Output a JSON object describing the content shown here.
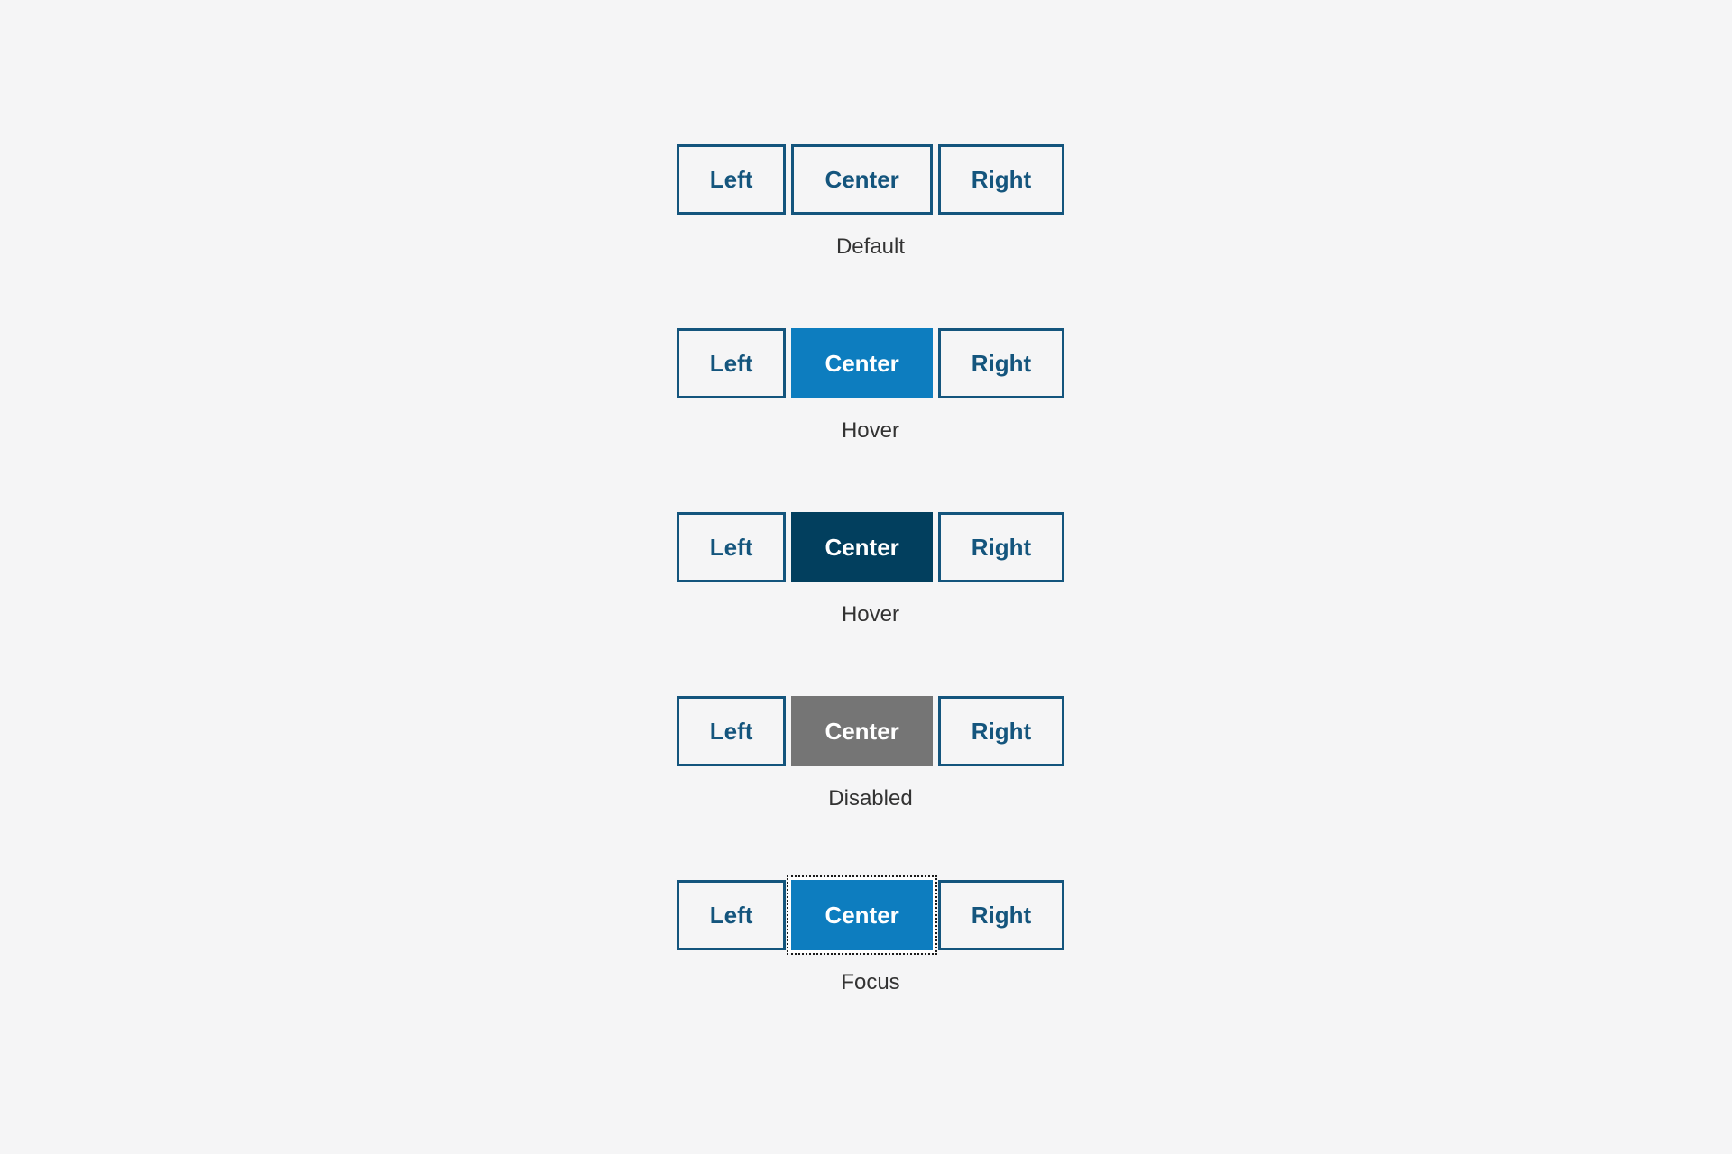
{
  "page": {
    "background_color": "#f5f5f6"
  },
  "colors": {
    "primary_border_text": "#14557D",
    "hover_fill": "#0D7DBF",
    "pressed_fill": "#023F5E",
    "disabled_fill": "#757575",
    "text_on_fill": "#ffffff",
    "caption_text": "#333333",
    "focus_ring": "#1a1a1a"
  },
  "button_groups": [
    {
      "caption": "Default",
      "buttons": [
        {
          "label": "Left"
        },
        {
          "label": "Center"
        },
        {
          "label": "Right"
        }
      ]
    },
    {
      "caption": "Hover",
      "buttons": [
        {
          "label": "Left"
        },
        {
          "label": "Center"
        },
        {
          "label": "Right"
        }
      ]
    },
    {
      "caption": "Hover",
      "buttons": [
        {
          "label": "Left"
        },
        {
          "label": "Center"
        },
        {
          "label": "Right"
        }
      ]
    },
    {
      "caption": "Disabled",
      "buttons": [
        {
          "label": "Left"
        },
        {
          "label": "Center"
        },
        {
          "label": "Right"
        }
      ]
    },
    {
      "caption": "Focus",
      "buttons": [
        {
          "label": "Left"
        },
        {
          "label": "Center"
        },
        {
          "label": "Right"
        }
      ]
    }
  ]
}
